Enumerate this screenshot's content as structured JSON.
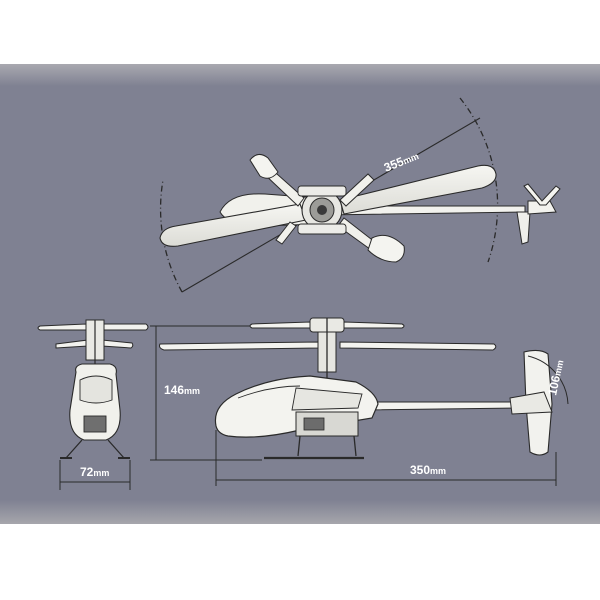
{
  "diagram": {
    "background_color": "#7f8192",
    "line_color": "#ffffff",
    "dimensions": {
      "rotor_diameter": {
        "value": "355",
        "unit": "mm"
      },
      "height": {
        "value": "146",
        "unit": "mm"
      },
      "width": {
        "value": "72",
        "unit": "mm"
      },
      "length": {
        "value": "350",
        "unit": "mm"
      },
      "tail_rotor": {
        "value": "106",
        "unit": "mm"
      }
    },
    "views": [
      "top-view",
      "front-view",
      "side-view"
    ]
  }
}
